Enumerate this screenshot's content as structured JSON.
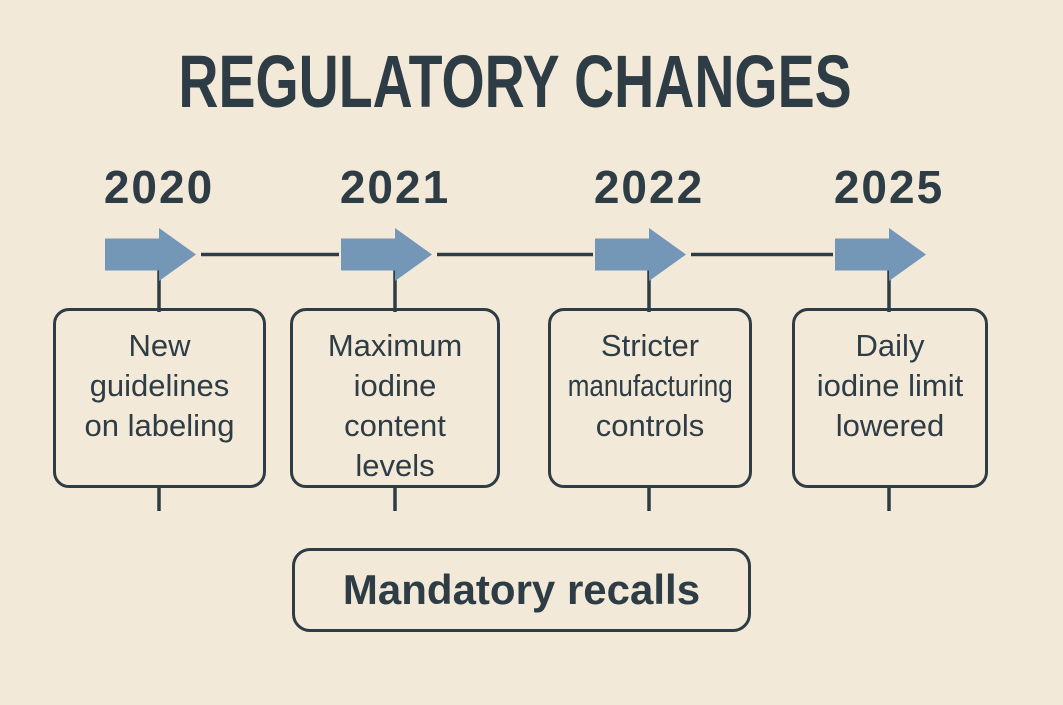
{
  "title": "REGULATORY CHANGES",
  "colors": {
    "background": "#f3e9d8",
    "ink": "#2e3c46",
    "arrow_fill": "#7496b7"
  },
  "icons": {
    "timeline_arrow": "right-block-arrow"
  },
  "timeline": {
    "items": [
      {
        "year": "2020",
        "label_lines": [
          "New",
          "guidelines",
          "on labeling"
        ]
      },
      {
        "year": "2021",
        "label_lines": [
          "Maximum",
          "iodine",
          "content",
          "levels"
        ]
      },
      {
        "year": "2022",
        "label_lines": [
          "Stricter",
          "manufacturing",
          "controls"
        ],
        "condensed_line": 1
      },
      {
        "year": "2025",
        "label_lines": [
          "Daily",
          "iodine limit",
          "lowered"
        ]
      }
    ]
  },
  "footer_box": {
    "label": "Mandatory recalls"
  }
}
